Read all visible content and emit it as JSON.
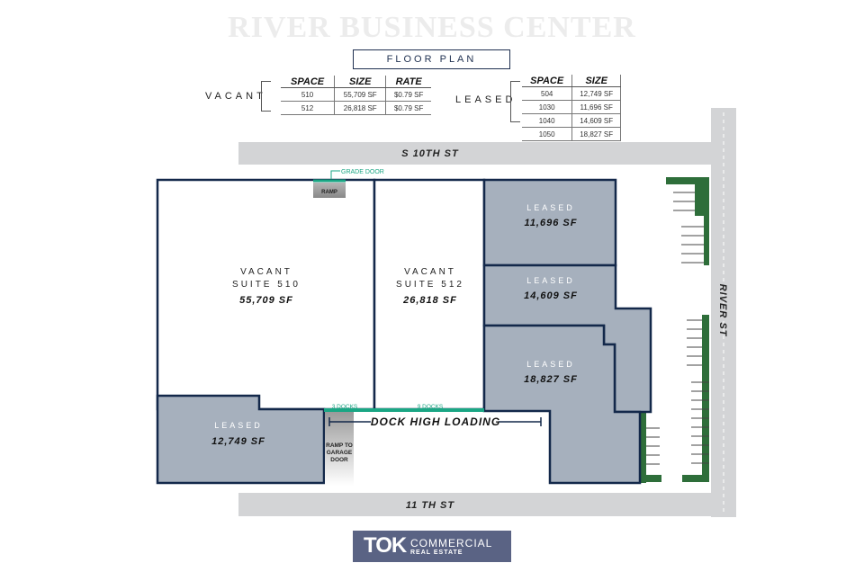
{
  "title": "RIVER BUSINESS CENTER",
  "subtitle": "FLOOR PLAN",
  "vacant_table": {
    "label": "VACANT",
    "headers": [
      "SPACE",
      "SIZE",
      "RATE"
    ],
    "rows": [
      [
        "510",
        "55,709 SF",
        "$0.79 SF"
      ],
      [
        "512",
        "26,818 SF",
        "$0.79 SF"
      ]
    ]
  },
  "leased_table": {
    "label": "LEASED",
    "headers": [
      "SPACE",
      "SIZE"
    ],
    "rows": [
      [
        "504",
        "12,749 SF"
      ],
      [
        "1030",
        "11,696 SF"
      ],
      [
        "1040",
        "14,609 SF"
      ],
      [
        "1050",
        "18,827 SF"
      ]
    ]
  },
  "streets": {
    "north": "S 10TH ST",
    "south": "11 TH ST",
    "east": "RIVER ST"
  },
  "suites": {
    "s510": {
      "status": "VACANT",
      "name": "SUITE 510",
      "size": "55,709 SF"
    },
    "s512": {
      "status": "VACANT",
      "name": "SUITE 512",
      "size": "26,818 SF"
    },
    "s504": {
      "status": "LEASED",
      "size": "12,749 SF"
    },
    "s1030": {
      "status": "LEASED",
      "size": "11,696 SF"
    },
    "s1040": {
      "status": "LEASED",
      "size": "14,609 SF"
    },
    "s1050": {
      "status": "LEASED",
      "size": "18,827 SF"
    }
  },
  "labels": {
    "grade_door": "GRADE DOOR",
    "ramp": "RAMP",
    "ramp_garage_1": "RAMP TO",
    "ramp_garage_2": "GARAGE",
    "ramp_garage_3": "DOOR",
    "docks3": "3 DOCKS",
    "docks9": "9 DOCKS",
    "dock_high": "DOCK HIGH LOADING"
  },
  "logo": {
    "mark": "TOK",
    "line1": "COMMERCIAL",
    "line2": "REAL ESTATE"
  },
  "colors": {
    "navy": "#13284a",
    "leased": "#a6b0bd",
    "green": "#2e6e3a",
    "dock": "#1aa684",
    "road": "#d3d4d6",
    "logo": "#5a6384"
  }
}
